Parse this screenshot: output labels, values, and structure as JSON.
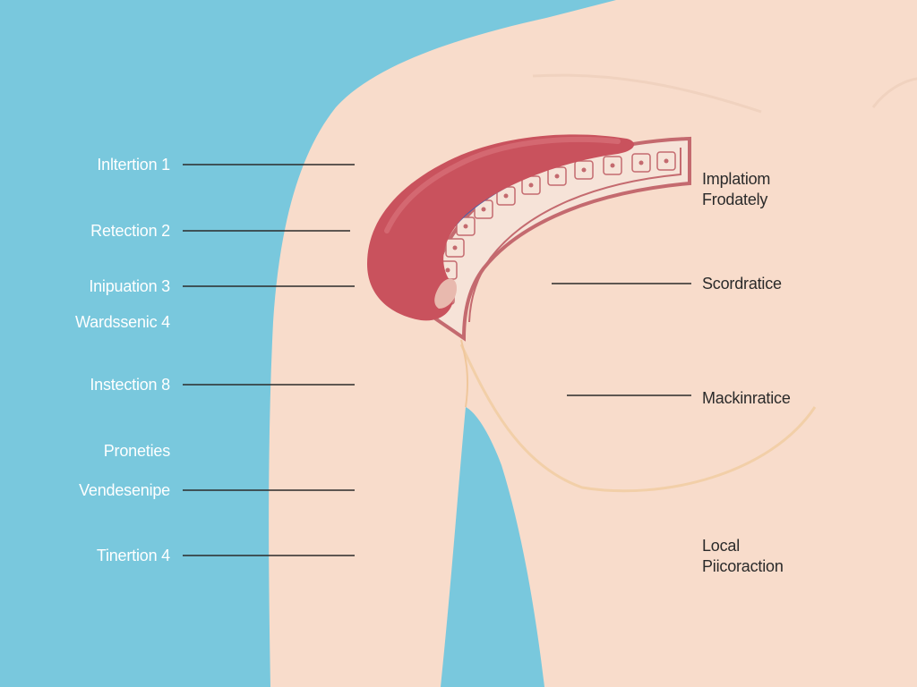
{
  "colors": {
    "background": "#79c8dd",
    "skin": "#f8dccb",
    "skin_shadow": "#f0cdb8",
    "muscle": "#c9525d",
    "muscle_highlight": "#d9727a",
    "tendon_border": "#c46a6f",
    "tendon_fill": "#f6e3d8",
    "nerve": "#4a5fa8",
    "leader_line": "#2b2b2b",
    "left_text": "#ffffff",
    "right_text": "#2a2a2a",
    "contour": "#f2cfa8"
  },
  "left_labels": [
    {
      "text": "Inltertion 1",
      "has_line": true
    },
    {
      "text": "Retection 2",
      "has_line": true
    },
    {
      "text": "Inipuation 3",
      "has_line": true
    },
    {
      "text": "Wardssenic 4",
      "has_line": false
    },
    {
      "text": "Instection 8",
      "has_line": true
    },
    {
      "text": "Proneties",
      "has_line": false
    },
    {
      "text": "Vendesenipe",
      "has_line": true
    },
    {
      "text": "Tinertion 4",
      "has_line": true
    }
  ],
  "right_labels": [
    {
      "lines": [
        "Implatiom",
        "Frodately"
      ],
      "has_line": false
    },
    {
      "lines": [
        "Scordratice"
      ],
      "has_line": true
    },
    {
      "lines": [
        "Mackinratice"
      ],
      "has_line": true
    },
    {
      "lines": [
        "Local",
        "Piicoraction"
      ],
      "has_line": false
    }
  ]
}
